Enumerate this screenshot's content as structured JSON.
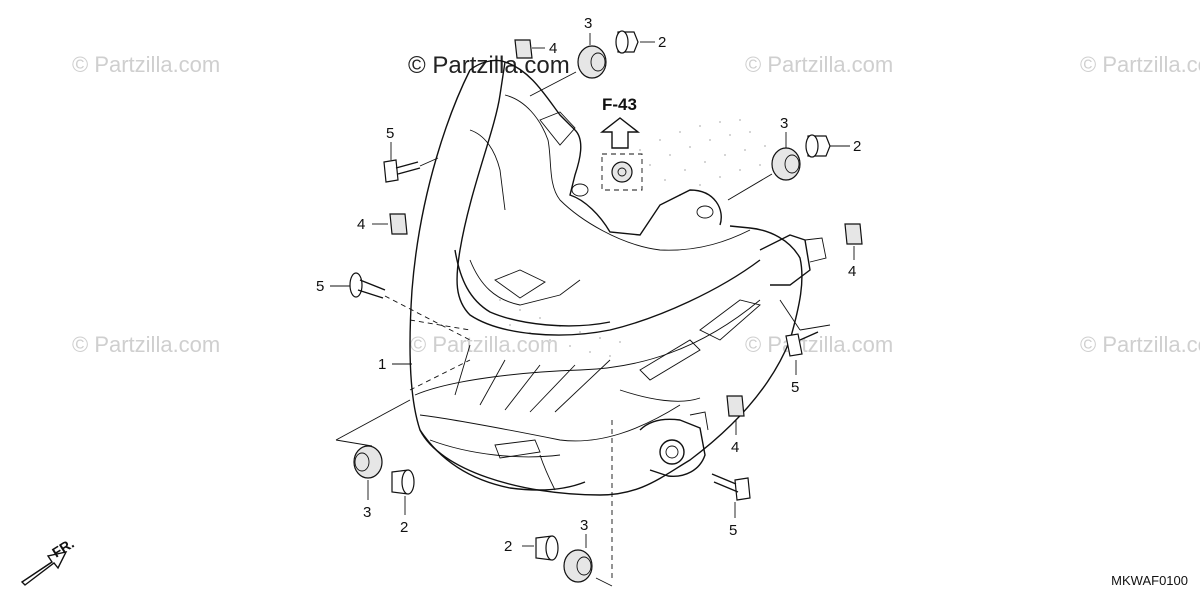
{
  "watermark": {
    "text": "© Partzilla.com",
    "prominent_text": "© Partzilla.com"
  },
  "reference": {
    "label": "F-43"
  },
  "diagram_code": "MKWAF0100",
  "direction_indicator": {
    "label": "FR."
  },
  "callouts": [
    {
      "id": "c-3-top",
      "label": "3"
    },
    {
      "id": "c-2-top",
      "label": "2"
    },
    {
      "id": "c-4-top",
      "label": "4"
    },
    {
      "id": "c-5-left-upper",
      "label": "5"
    },
    {
      "id": "c-3-right",
      "label": "3"
    },
    {
      "id": "c-2-right",
      "label": "2"
    },
    {
      "id": "c-4-left",
      "label": "4"
    },
    {
      "id": "c-4-right-upper",
      "label": "4"
    },
    {
      "id": "c-5-left-lower",
      "label": "5"
    },
    {
      "id": "c-1",
      "label": "1"
    },
    {
      "id": "c-5-right",
      "label": "5"
    },
    {
      "id": "c-4-right-lower",
      "label": "4"
    },
    {
      "id": "c-3-bottom-left",
      "label": "3"
    },
    {
      "id": "c-2-bottom-left",
      "label": "2"
    },
    {
      "id": "c-5-bottom-right",
      "label": "5"
    },
    {
      "id": "c-3-bottom",
      "label": "3"
    },
    {
      "id": "c-2-bottom",
      "label": "2"
    }
  ],
  "colors": {
    "line": "#111111",
    "watermark": "#cfcfcf",
    "background": "#ffffff"
  }
}
